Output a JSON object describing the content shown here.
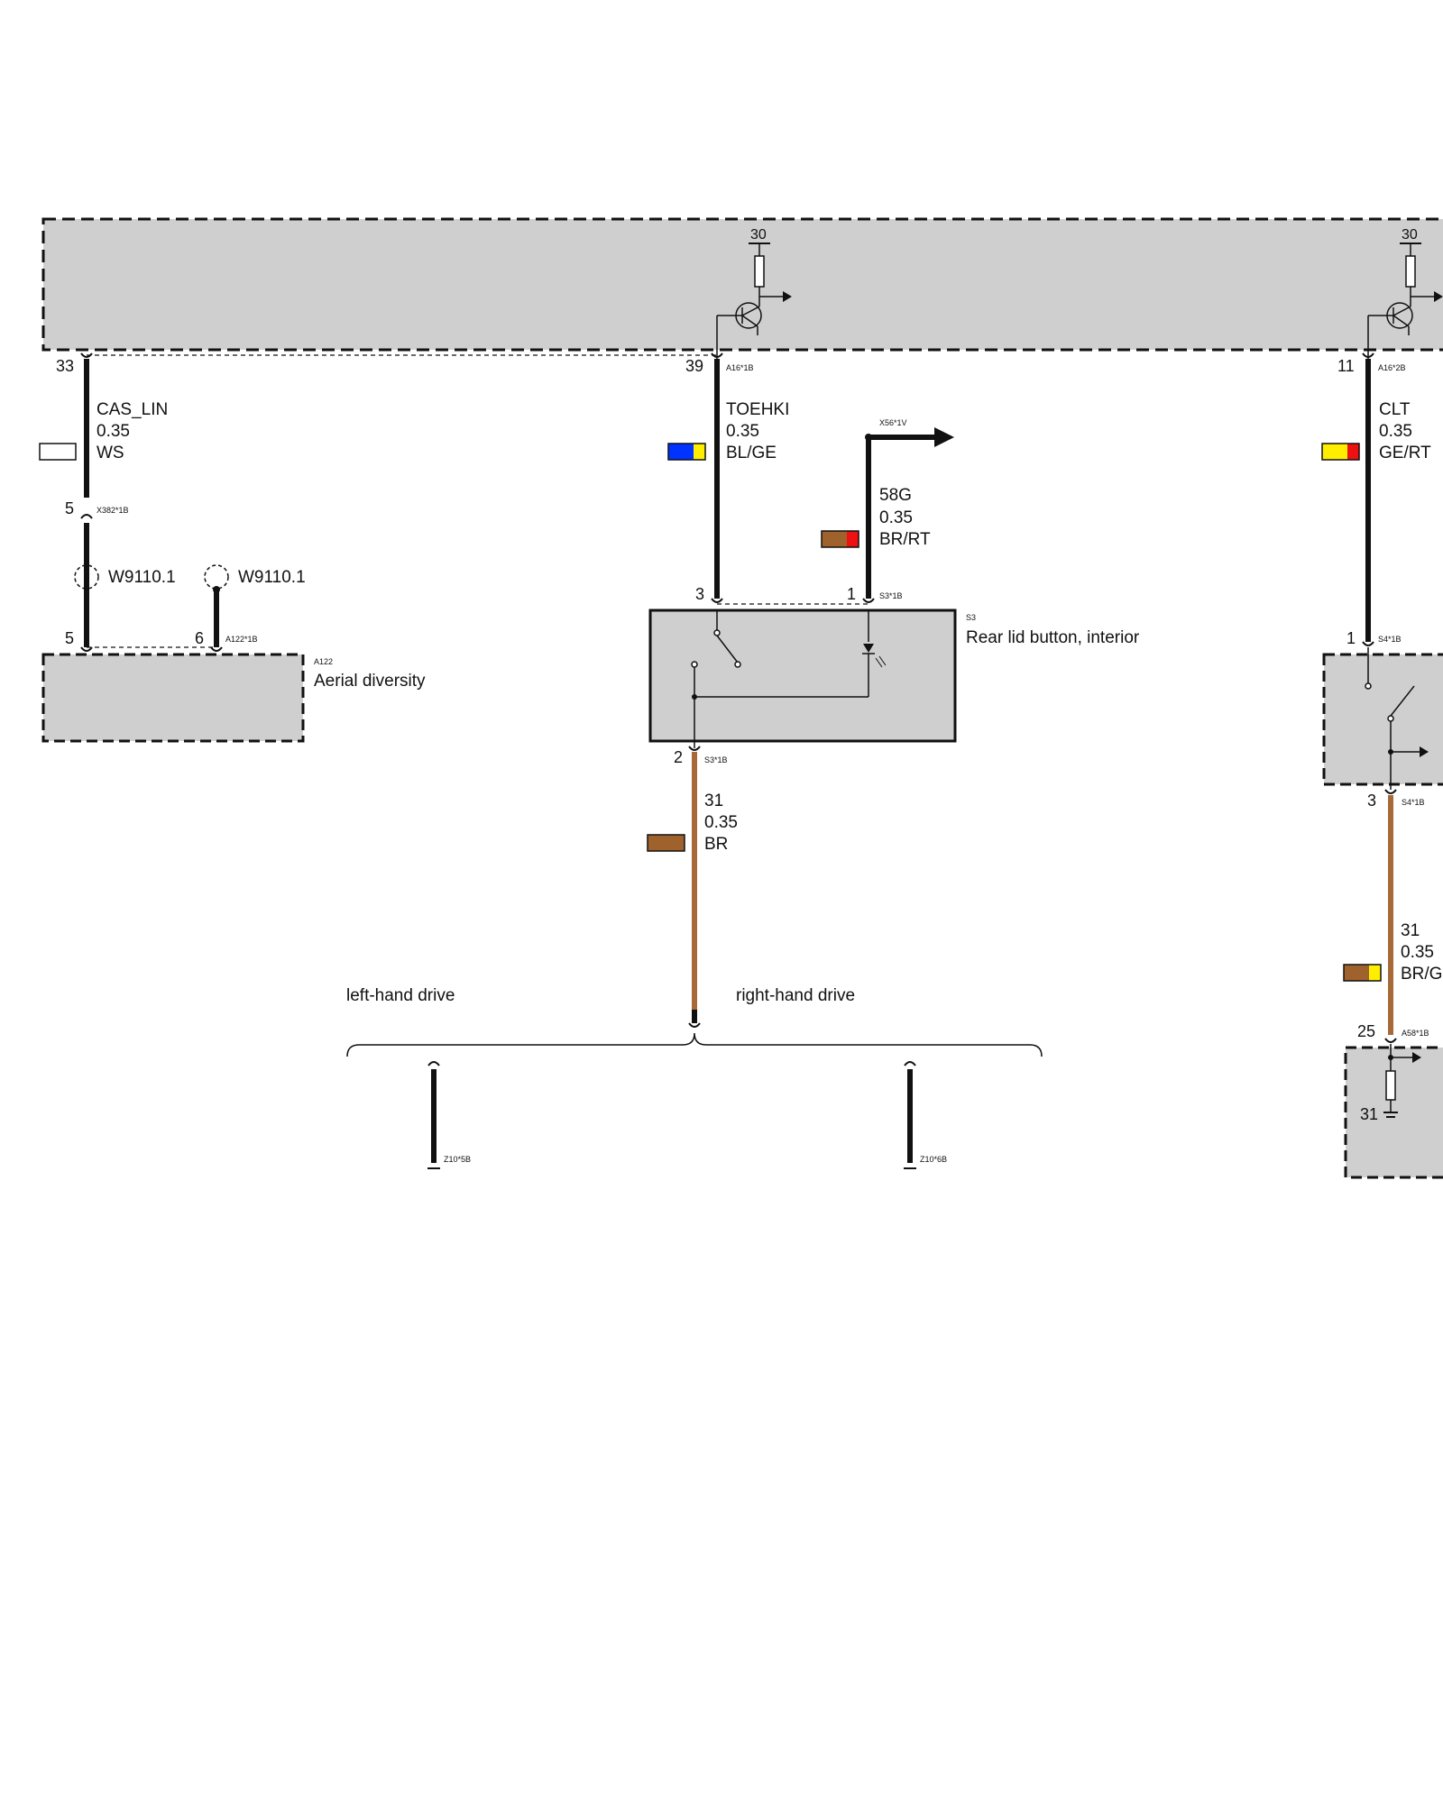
{
  "module_top": {
    "supply_left": "30",
    "supply_right": "30"
  },
  "wires": {
    "cas_lin": {
      "signal": "CAS_LIN",
      "size": "0.35",
      "color": "WS",
      "pin_top": "33",
      "color_swatch": [
        "#ffffff",
        "#ffffff"
      ]
    },
    "toehki": {
      "signal": "TOEHKI",
      "size": "0.35",
      "color": "BL/GE",
      "pin_top": "39",
      "connector_top": "A16*1B",
      "color_swatch": [
        "#0033ff",
        "#ffee00"
      ]
    },
    "g58": {
      "signal": "58G",
      "size": "0.35",
      "color": "BR/RT",
      "connector": "X56*1V",
      "color_swatch": [
        "#a0622d",
        "#ee1111"
      ]
    },
    "clt": {
      "signal": "CLT",
      "size": "0.35",
      "color": "GE/RT",
      "pin_top": "11",
      "connector_top": "A16*2B",
      "color_swatch": [
        "#ffee00",
        "#ee1111"
      ]
    },
    "ground_s3": {
      "signal": "31",
      "size": "0.35",
      "color": "BR",
      "pin": "2",
      "connector": "S3*1B",
      "color_swatch": [
        "#a0622d",
        "#a0622d"
      ]
    },
    "ground_s4": {
      "signal": "31",
      "size": "0.35",
      "color": "BR/GE",
      "pin": "3",
      "connector": "S4*1B",
      "color_swatch": [
        "#a0622d",
        "#ffee00"
      ]
    }
  },
  "connector_x382": {
    "pin": "5",
    "name": "X382*1B"
  },
  "shields": {
    "left": "W9110.1",
    "right": "W9110.1"
  },
  "aerial": {
    "id": "A122",
    "name": "Aerial diversity",
    "pin_a": "5",
    "pin_b": "6",
    "connector": "A122*1B"
  },
  "rear_lid": {
    "id": "S3",
    "name": "Rear lid button, interior",
    "pin_left": "3",
    "pin_right": "1",
    "connector": "S3*1B"
  },
  "s4": {
    "pin": "1",
    "connector": "S4*1B"
  },
  "a58": {
    "pin": "25",
    "connector": "A58*1B",
    "ground_pin": "31"
  },
  "branches": {
    "left_label": "left-hand drive",
    "right_label": "right-hand drive",
    "left_connector": "Z10*5B",
    "right_connector": "Z10*6B"
  }
}
